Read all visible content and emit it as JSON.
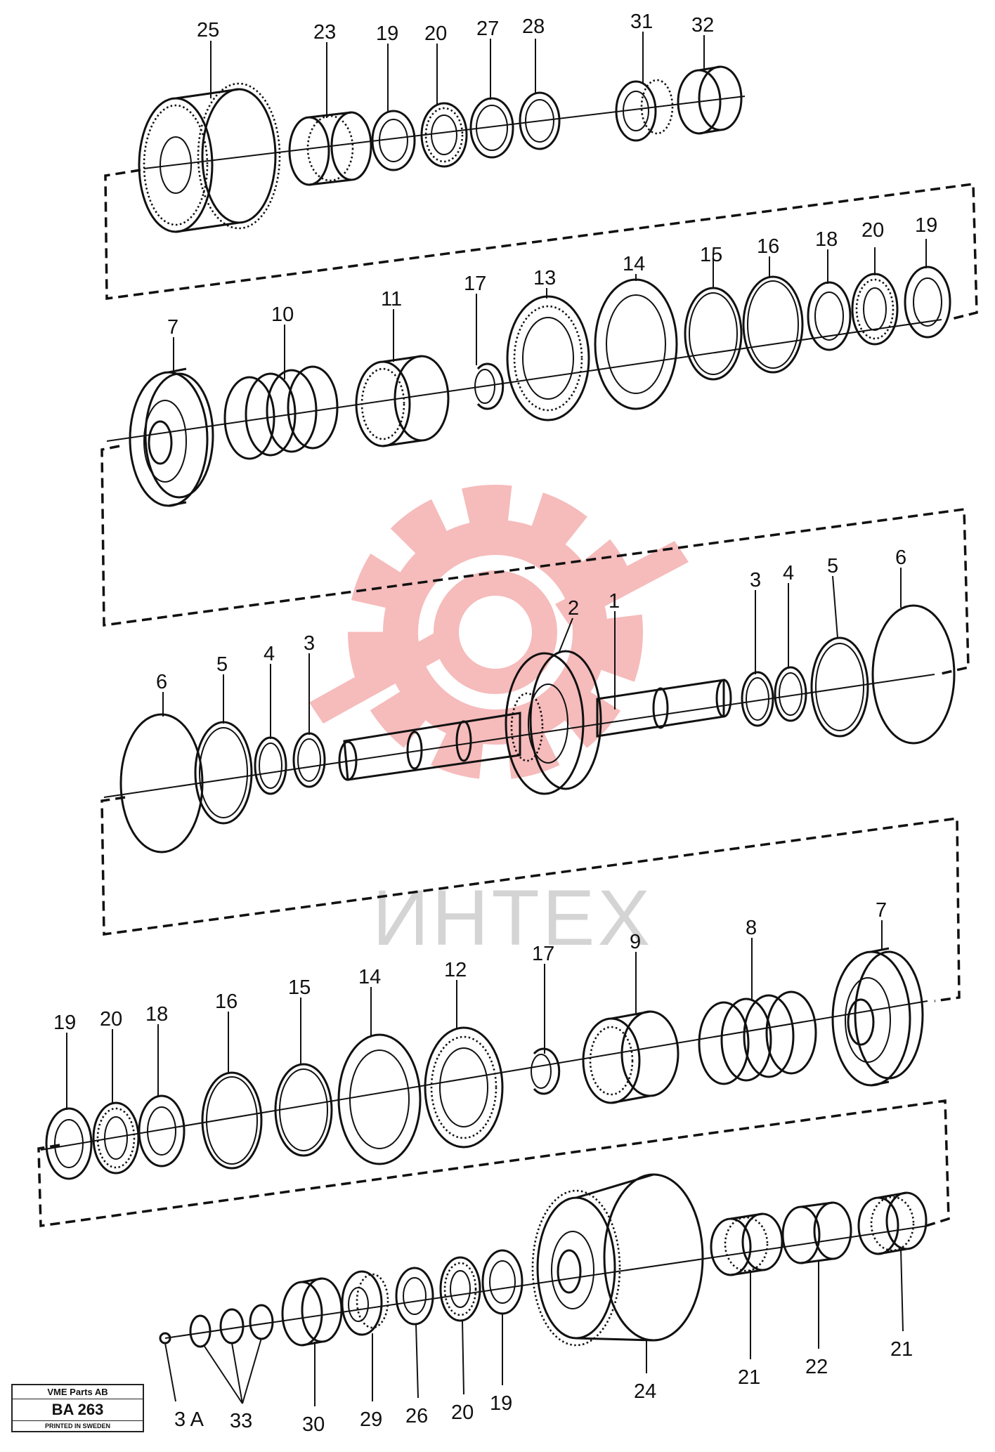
{
  "watermark": {
    "text": "ИНТЕХ",
    "color": "#f5b0b0",
    "text_color": "#d4d4d4"
  },
  "stamp": {
    "company": "VME Parts AB",
    "code": "BA 263",
    "printed": "PRINTED IN SWEDEN"
  },
  "labels": {
    "r1": [
      "25",
      "23",
      "19",
      "20",
      "27",
      "28",
      "31",
      "32"
    ],
    "r2": [
      "7",
      "10",
      "11",
      "17",
      "13",
      "14",
      "15",
      "16",
      "18",
      "20",
      "19"
    ],
    "r3": [
      "6",
      "5",
      "4",
      "3",
      "2",
      "1",
      "3",
      "4",
      "5",
      "6"
    ],
    "r4": [
      "19",
      "20",
      "18",
      "16",
      "15",
      "14",
      "12",
      "17",
      "9",
      "8",
      "7"
    ],
    "r5": [
      "3 A",
      "33",
      "30",
      "29",
      "26",
      "20",
      "19",
      "24",
      "21",
      "22",
      "21"
    ]
  }
}
